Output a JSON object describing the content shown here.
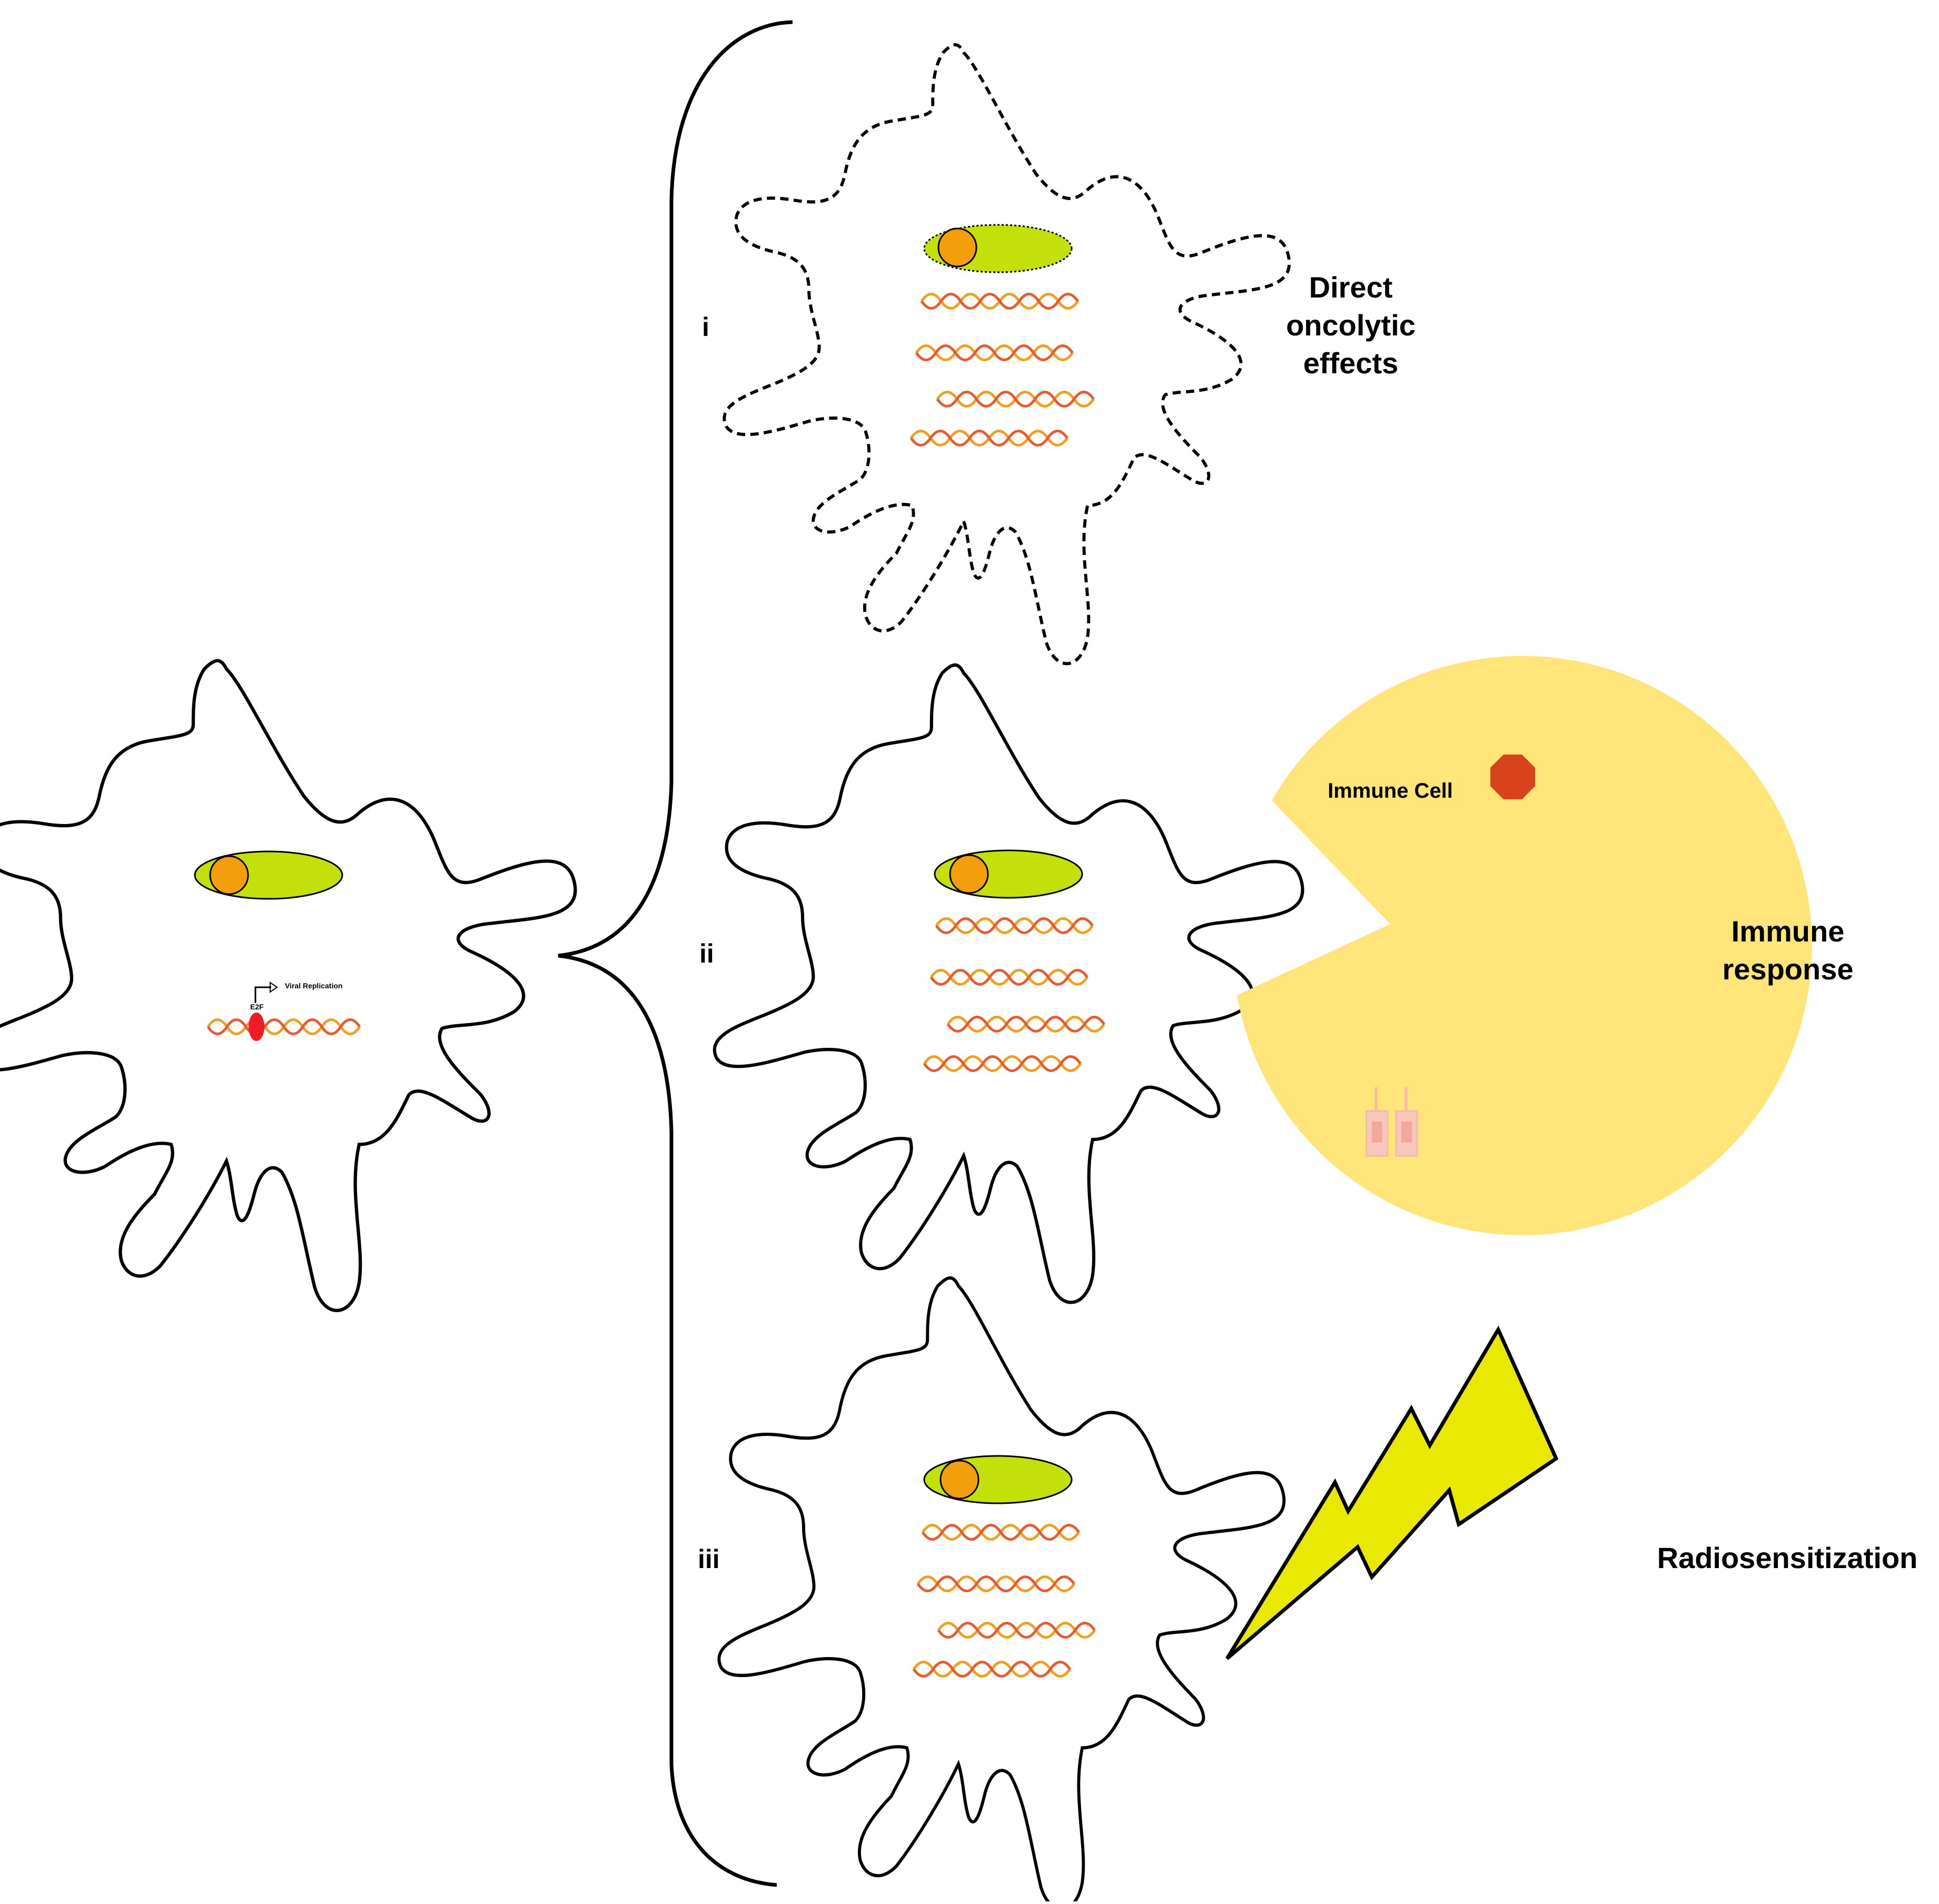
{
  "colors": {
    "nucleus": "#C4E00B",
    "nucleolus": "#F59E0B",
    "dna_a": "#F0A020",
    "dna_b": "#E85A30",
    "e2f": "#EE1C24",
    "immune_cell": "#FFE57A",
    "antigen": "#D9431C",
    "receptor": "#F7B8A8",
    "bolt": "#E8E800",
    "outline": "#000000"
  },
  "labels": {
    "roman_i": "i",
    "roman_ii": "ii",
    "roman_iii": "iii",
    "direct_line1": "Direct",
    "direct_line2": "oncolytic",
    "direct_line3": "effects",
    "immune_line1": "Immune",
    "immune_line2": "response",
    "radio": "Radiosensitization",
    "immune_cell": "Immune Cell",
    "viral_replication": "Viral Replication",
    "e2f": "E2F"
  },
  "icons": {
    "tumor_cell": "amoeboid-cell-outline",
    "immune_cell": "pacman-shape",
    "radiation": "lightning-bolt"
  }
}
